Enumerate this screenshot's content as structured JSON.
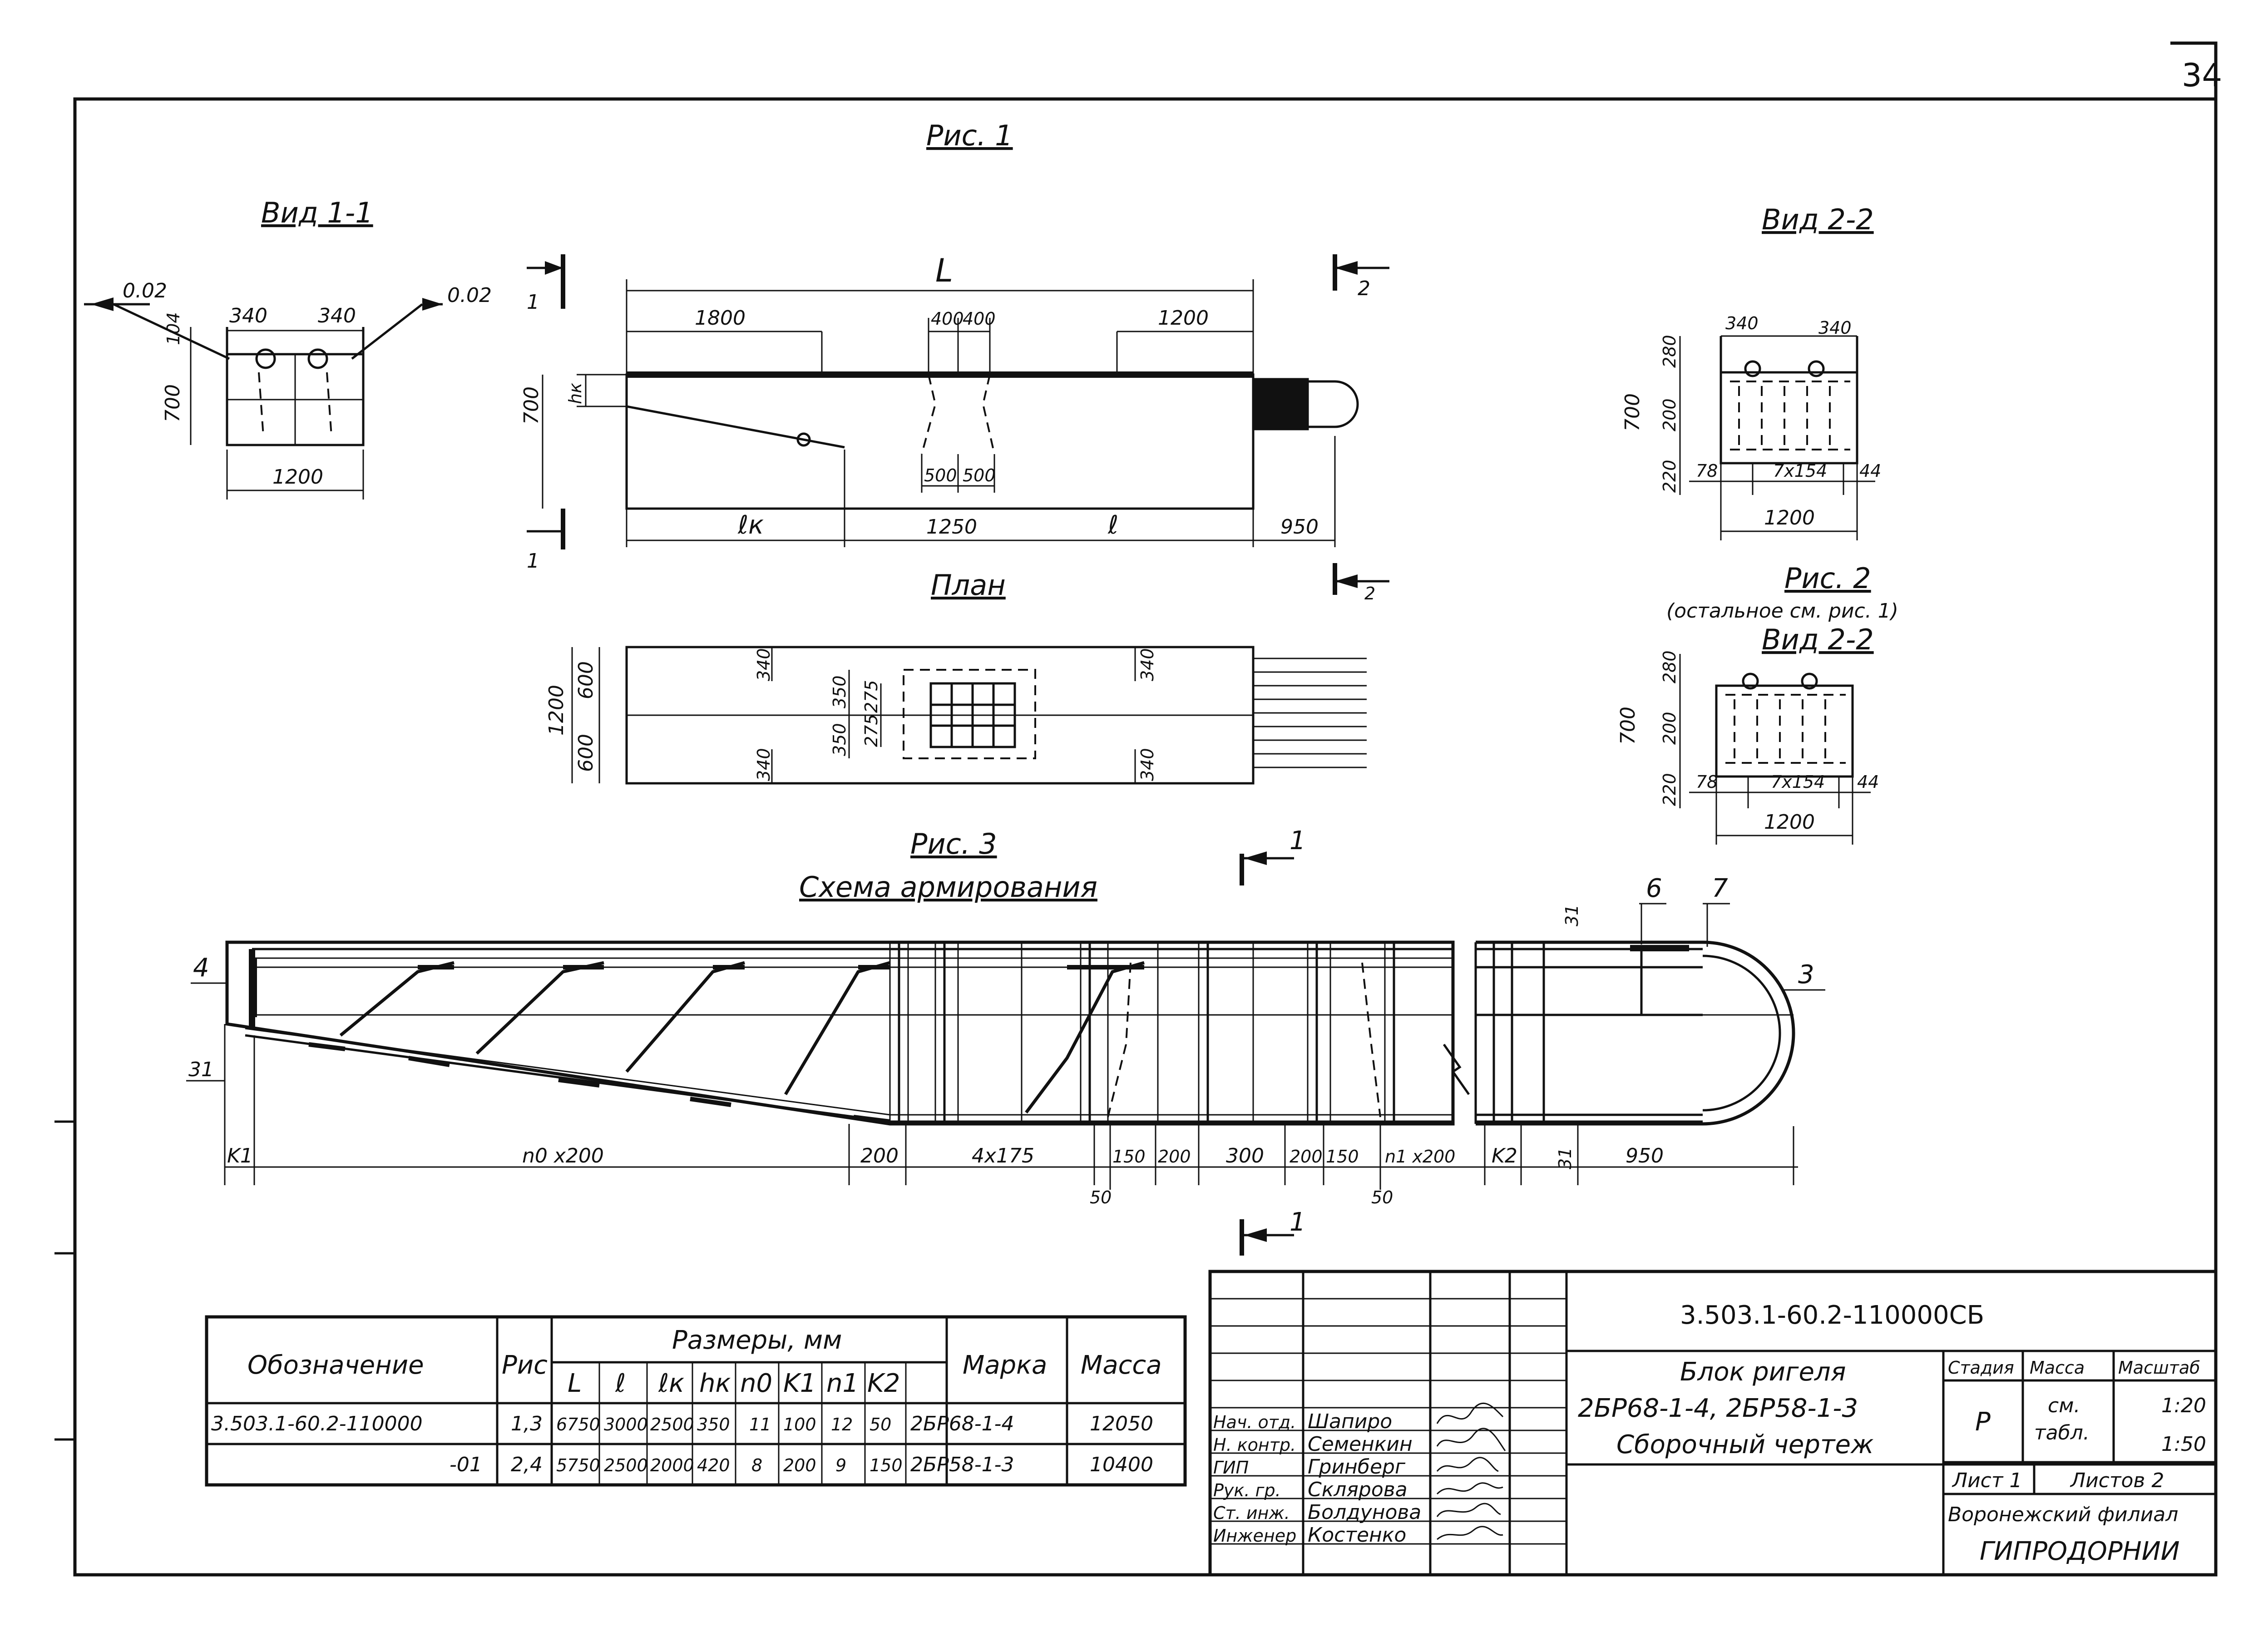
{
  "page_number": "34",
  "figures": {
    "fig1_title": "Рис. 1",
    "fig2_title": "Рис. 2",
    "fig2_note": "(остальное см. рис. 1)",
    "fig3_title": "Рис. 3",
    "fig3_subtitle": "Схема армирования",
    "plan_title": "План",
    "view11_title": "Вид 1-1",
    "view22_title": "Вид 2-2",
    "view22b_title": "Вид 2-2"
  },
  "view11": {
    "slope_left": "0.02",
    "slope_right": "0.02",
    "dim_340a": "340",
    "dim_340b": "340",
    "dim_104": "104",
    "dim_700": "700",
    "dim_1200": "1200"
  },
  "fig1": {
    "section1_top": "1",
    "section1_bottom": "1",
    "section2_top": "2",
    "section2_bottom": "2",
    "dim_L": "L",
    "dim_1800": "1800",
    "dim_400a": "400",
    "dim_400b": "400",
    "dim_1200": "1200",
    "dim_hk": "hк",
    "dim_700": "700",
    "dim_500a": "500",
    "dim_500b": "500",
    "dim_lk": "ℓк",
    "dim_1250": "1250",
    "dim_l": "ℓ",
    "dim_950": "950"
  },
  "plan": {
    "dim_1200": "1200",
    "dim_600a": "600",
    "dim_600b": "600",
    "dim_340a": "340",
    "dim_340b": "340",
    "dim_350a": "350",
    "dim_350b": "350",
    "dim_275a": "275",
    "dim_275b": "275",
    "dim_340c": "340",
    "dim_340d": "340"
  },
  "view22": {
    "dim_340a": "340",
    "dim_340b": "340",
    "dim_280": "280",
    "dim_200": "200",
    "dim_220": "220",
    "dim_700": "700",
    "dim_78": "78",
    "dim_7x154": "7x154",
    "dim_44": "44",
    "dim_1200": "1200"
  },
  "view22b": {
    "dim_280": "280",
    "dim_200": "200",
    "dim_220": "220",
    "dim_700": "700",
    "dim_78": "78",
    "dim_7x154": "7x154",
    "dim_44": "44",
    "dim_1200": "1200"
  },
  "fig3": {
    "pos_4": "4",
    "pos_31_left": "31",
    "pos_31_top": "31",
    "pos_31_bottom": "31",
    "pos_6": "6",
    "pos_7": "7",
    "pos_3": "3",
    "section_mark_top": "1",
    "section_mark_bottom": "1",
    "dim_k1": "K1",
    "dim_n0x200": "n0 x200",
    "dim_200a": "200",
    "dim_4x175": "4x175",
    "dim_150a": "150",
    "dim_200b": "200",
    "dim_300": "300",
    "dim_200c": "200",
    "dim_150b": "150",
    "dim_n1x200": "n1 x200",
    "dim_k2": "K2",
    "dim_950": "950",
    "dim_50a": "50",
    "dim_50b": "50"
  },
  "spec_table": {
    "col_designation": "Обозначение",
    "col_fig": "Рис",
    "col_sizes": "Размеры, мм",
    "col_mark": "Марка",
    "col_mass": "Масса",
    "sub_headers": [
      "L",
      "ℓ",
      "ℓк",
      "hк",
      "n0",
      "K1",
      "n1",
      "K2"
    ],
    "rows": [
      {
        "designation": "3.503.1-60.2-110000",
        "fig": "1,3",
        "values": [
          "6750",
          "3000",
          "2500",
          "350",
          "11",
          "100",
          "12",
          "50"
        ],
        "mark": "2БР68-1-4",
        "mass": "12050"
      },
      {
        "designation": "-01",
        "fig": "2,4",
        "values": [
          "5750",
          "2500",
          "2000",
          "420",
          "8",
          "200",
          "9",
          "150"
        ],
        "mark": "2БР58-1-3",
        "mass": "10400"
      }
    ]
  },
  "title_block": {
    "doc_code": "3.503.1-60.2-110000СБ",
    "title_line1": "Блок ригеля",
    "title_line2": "2БР68-1-4, 2БР58-1-3",
    "title_line3": "Сборочный чертеж",
    "stage_label": "Стадия",
    "mass_label": "Масса",
    "scale_label": "Масштаб",
    "stage_value": "Р",
    "mass_value_1": "см.",
    "mass_value_2": "табл.",
    "scale_value_1": "1:20",
    "scale_value_2": "1:50",
    "sheet_label": "Лист 1",
    "sheets_label": "Листов 2",
    "org_line1": "Воронежский филиал",
    "org_line2": "ГИПРОДОРНИИ",
    "signatures": [
      {
        "role": "Нач. отд.",
        "name": "Шапиро"
      },
      {
        "role": "Н. контр.",
        "name": "Семенкин"
      },
      {
        "role": "ГИП",
        "name": "Гринберг"
      },
      {
        "role": "Рук. гр.",
        "name": "Склярова"
      },
      {
        "role": "Ст. инж.",
        "name": "Болдунова"
      },
      {
        "role": "Инженер",
        "name": "Костенко"
      }
    ]
  }
}
